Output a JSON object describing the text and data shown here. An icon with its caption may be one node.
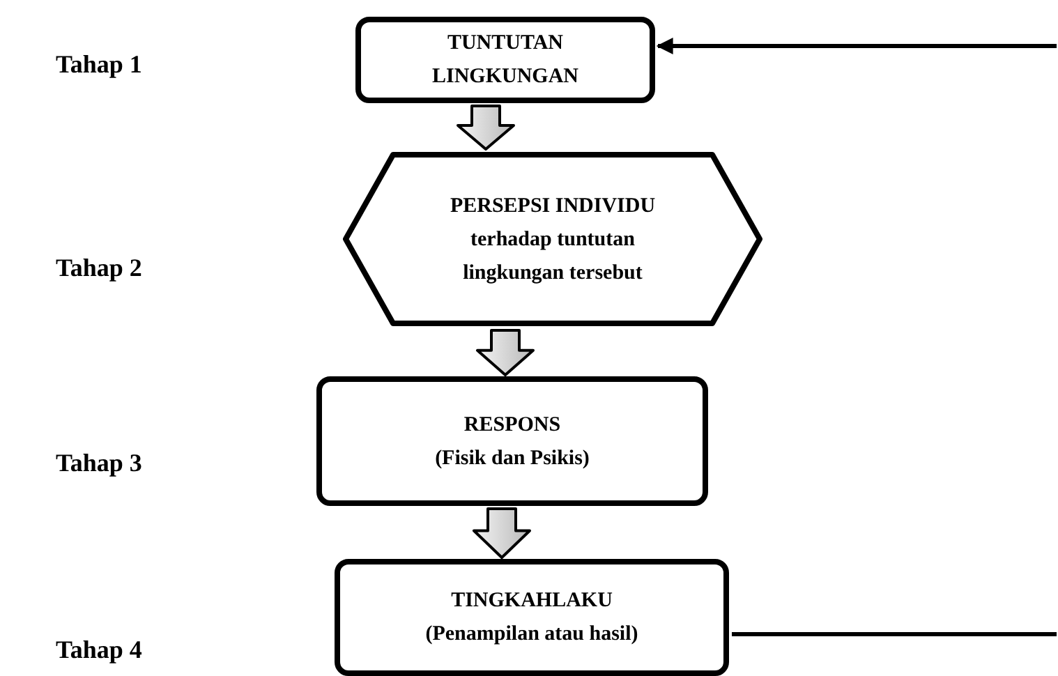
{
  "diagram": {
    "nodes": [
      {
        "text": [
          "TUNTUTAN LINGKUNGAN"
        ]
      },
      {
        "text": [
          "PERSEPSI INDIVIDU",
          "terhadap tuntutan lingkungan tersebut"
        ]
      },
      {
        "text": [
          "RESPONS",
          "(Fisik dan Psikis)"
        ]
      },
      {
        "text": [
          "TINGKAHLAKU",
          "(Penampilan atau hasil)"
        ]
      }
    ],
    "edges": [
      {
        "from": 0,
        "to": 1,
        "arrow": "to"
      },
      {
        "from": 1,
        "to": 2,
        "arrow": "to"
      },
      {
        "from": 2,
        "to": 3,
        "arrow": "to"
      },
      {
        "from": null,
        "to": 0,
        "arrow": "to"
      },
      {
        "from": 3,
        "to": null,
        "arrow": "none"
      }
    ],
    "labels": [
      "Tahap 1",
      "Tahap 2",
      "Tahap 3",
      "Tahap 4"
    ]
  }
}
